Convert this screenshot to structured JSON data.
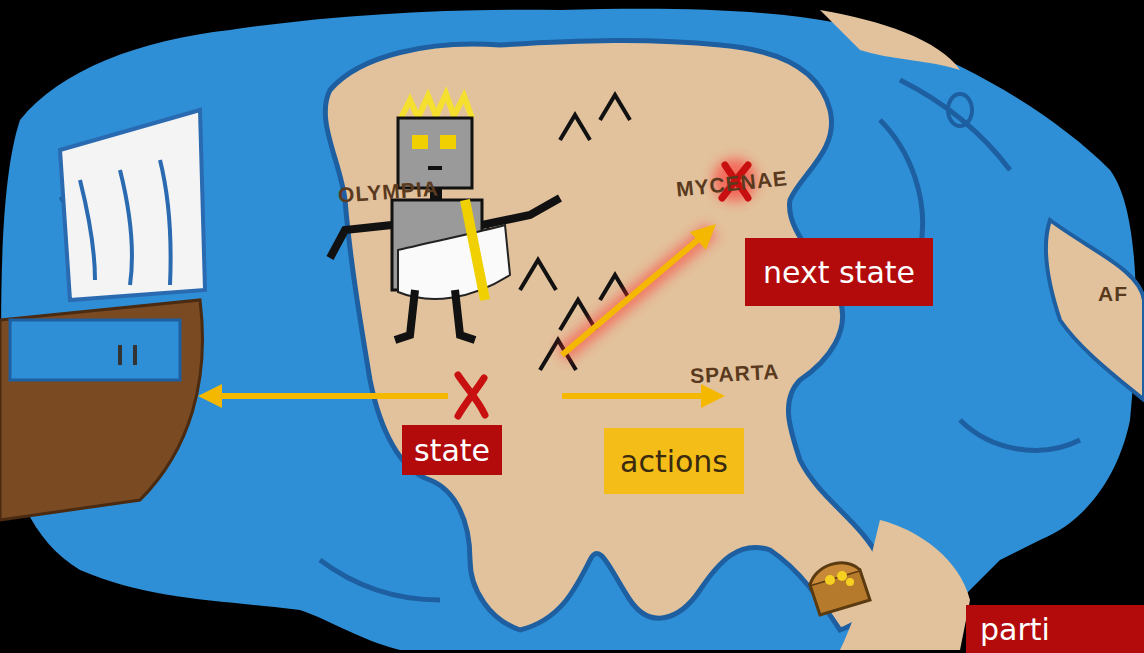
{
  "diagram": {
    "nodes": [
      {
        "text": [
          "state"
        ]
      },
      {
        "text": [
          "actions"
        ]
      },
      {
        "text": [
          "next state"
        ]
      },
      {
        "text": [
          "parti"
        ]
      }
    ],
    "labels": [
      "OLYMPIA",
      "MYCENAE",
      "SPARTA",
      "AF"
    ]
  }
}
